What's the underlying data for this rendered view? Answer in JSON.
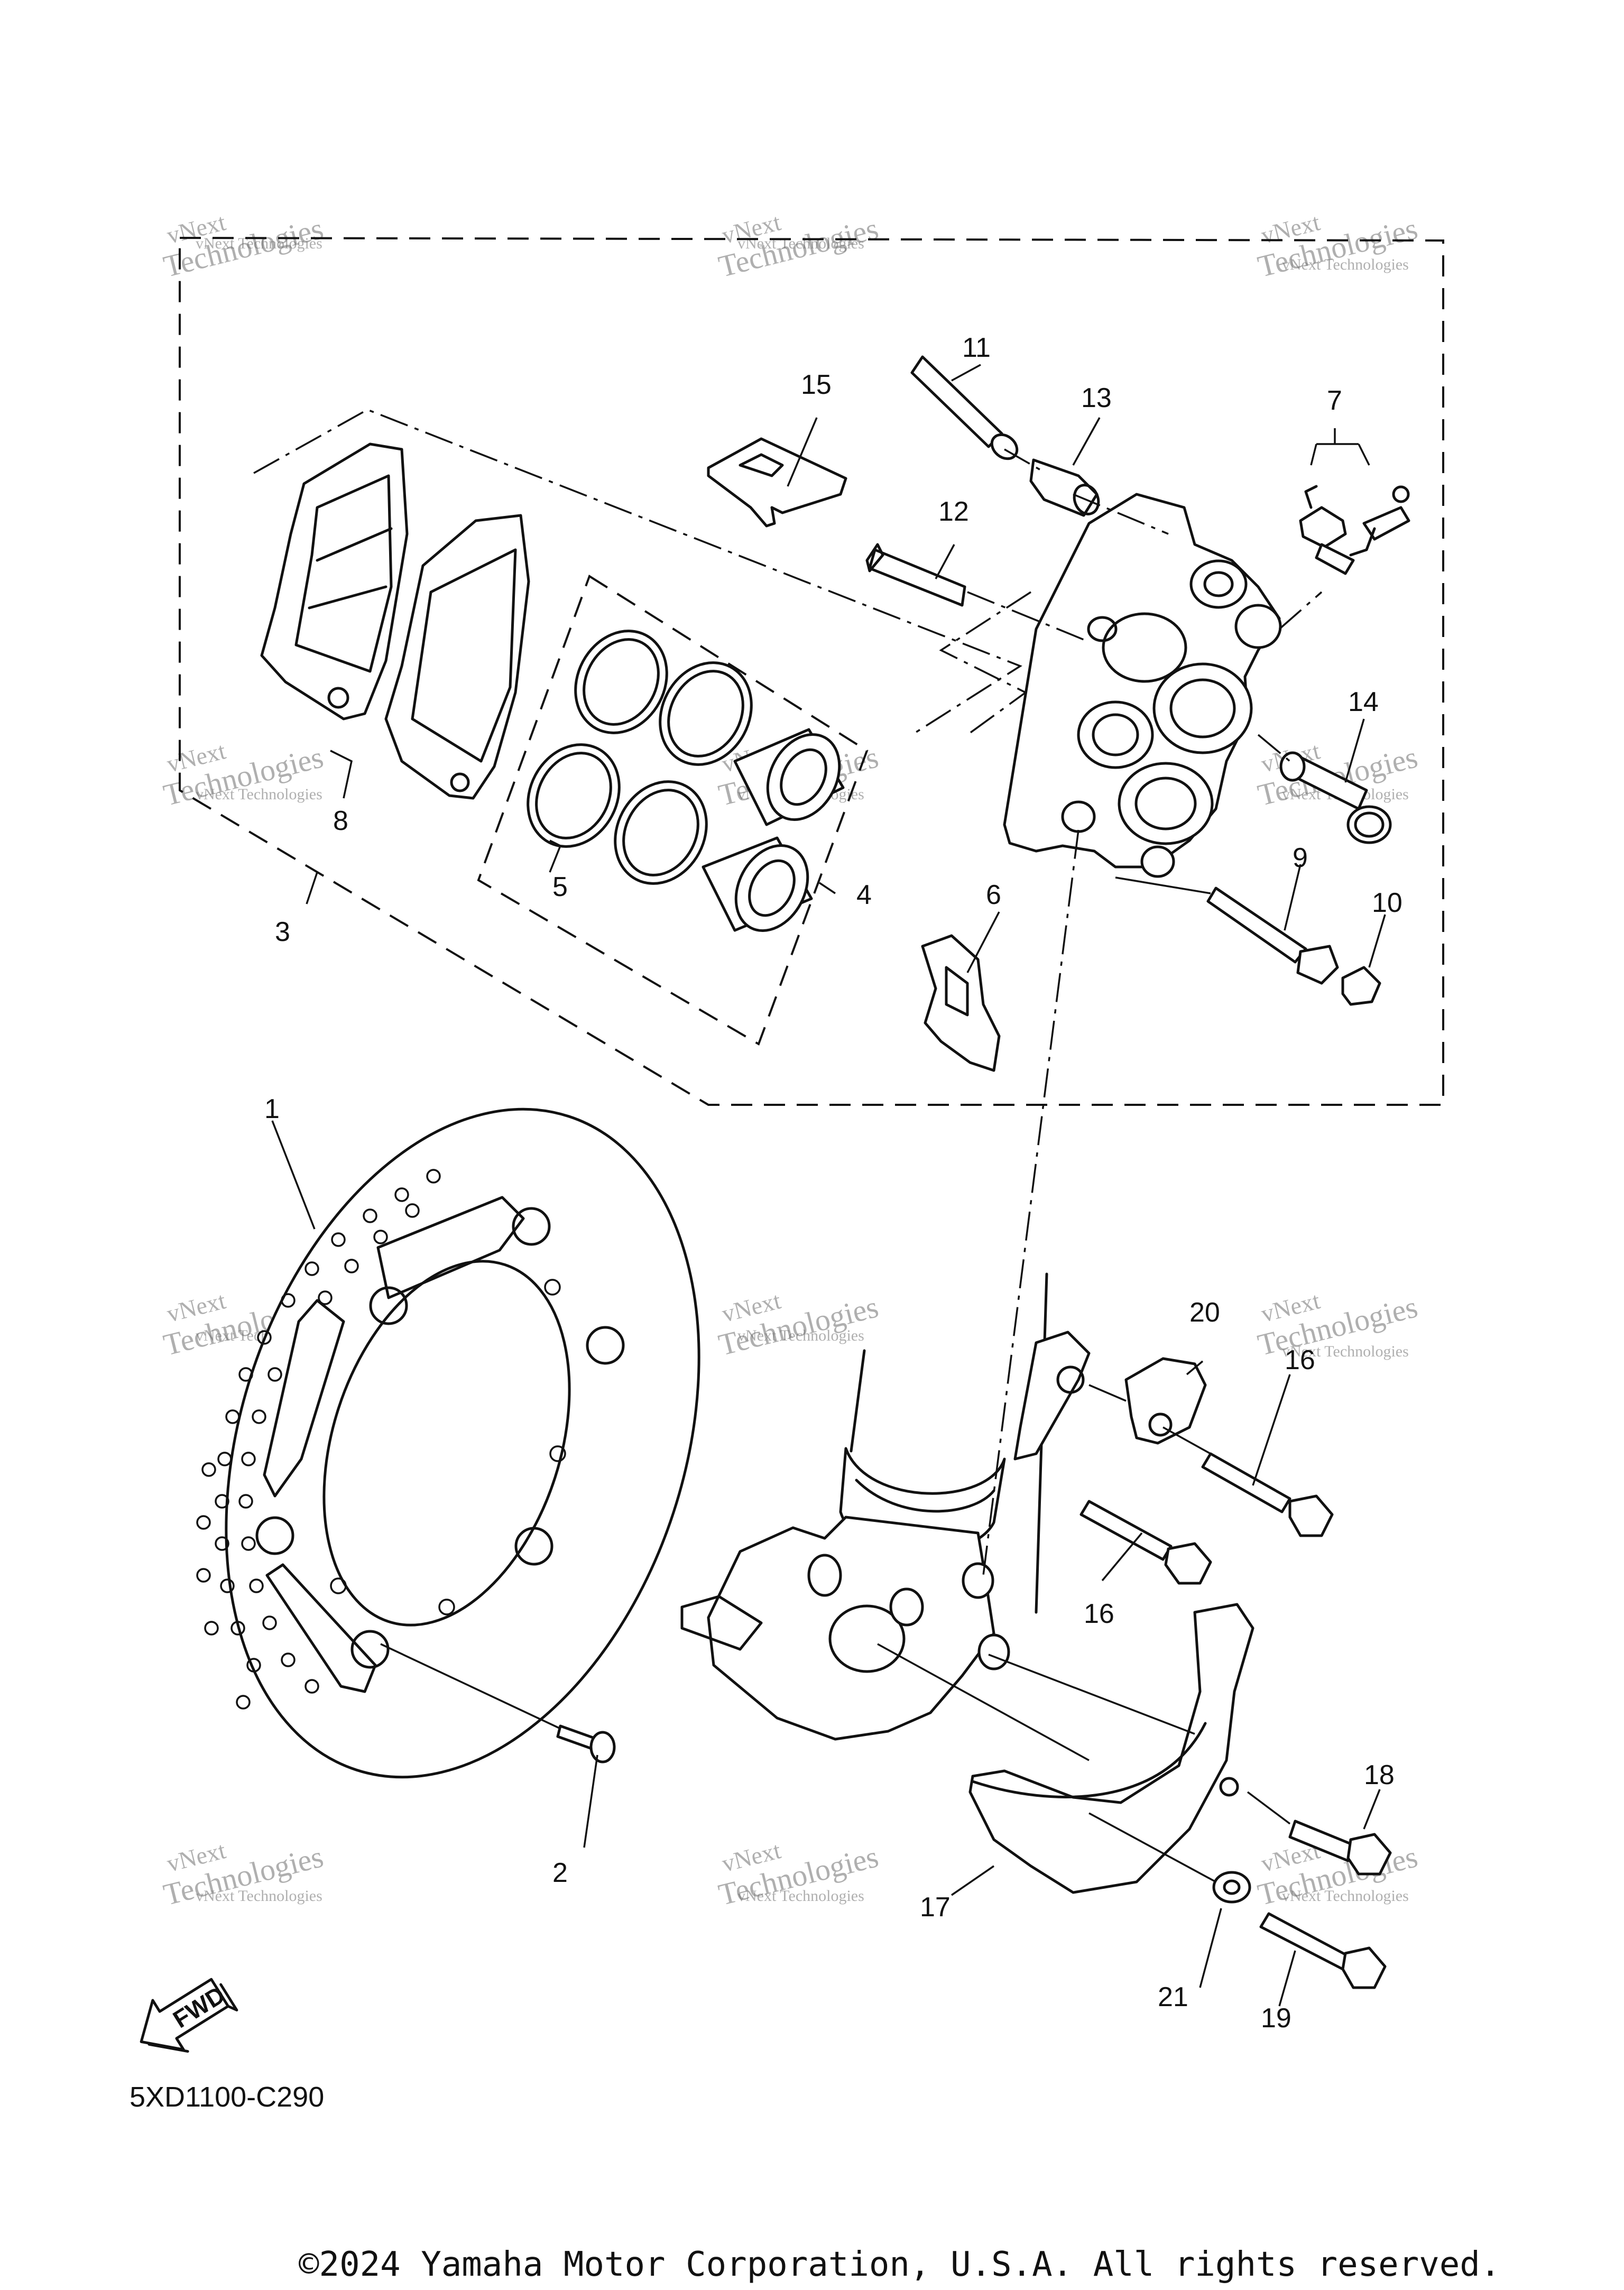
{
  "diagram": {
    "callouts": [
      "1",
      "2",
      "3",
      "4",
      "5",
      "6",
      "7",
      "8",
      "9",
      "10",
      "11",
      "12",
      "13",
      "14",
      "15",
      "16",
      "16",
      "17",
      "18",
      "19",
      "20",
      "21"
    ],
    "fwd_label": "FWD",
    "diagram_code": "5XD1100-C290",
    "copyright": "©2024 Yamaha Motor Corporation, U.S.A. All rights reserved.",
    "watermark": {
      "line1": "vNext",
      "line2": "Technologies",
      "small": "vNext Technologies"
    }
  }
}
